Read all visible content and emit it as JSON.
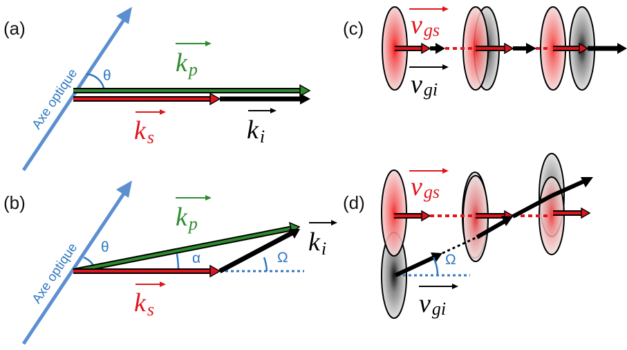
{
  "panels": {
    "a": {
      "label": "(a)",
      "axis_label": "Axe optique",
      "theta": "θ",
      "kp": "k",
      "kp_sub": "p",
      "ks": "k",
      "ks_sub": "s",
      "ki": "k",
      "ki_sub": "i"
    },
    "b": {
      "label": "(b)",
      "axis_label": "Axe optique",
      "theta": "θ",
      "alpha": "α",
      "omega": "Ω",
      "kp": "k",
      "kp_sub": "p",
      "ks": "k",
      "ks_sub": "s",
      "ki": "k",
      "ki_sub": "i"
    },
    "c": {
      "label": "(c)",
      "vgs": "v",
      "vgs_sub": "gs",
      "vgi": "v",
      "vgi_sub": "gi"
    },
    "d": {
      "label": "(d)",
      "omega": "Ω",
      "vgs": "v",
      "vgs_sub": "gs",
      "vgi": "v",
      "vgi_sub": "gi"
    }
  },
  "colors": {
    "axis": "#5b8fd0",
    "pump": "#2e8b2e",
    "signal": "#e0141c",
    "idler": "#000000",
    "angle": "#2e78bf"
  }
}
